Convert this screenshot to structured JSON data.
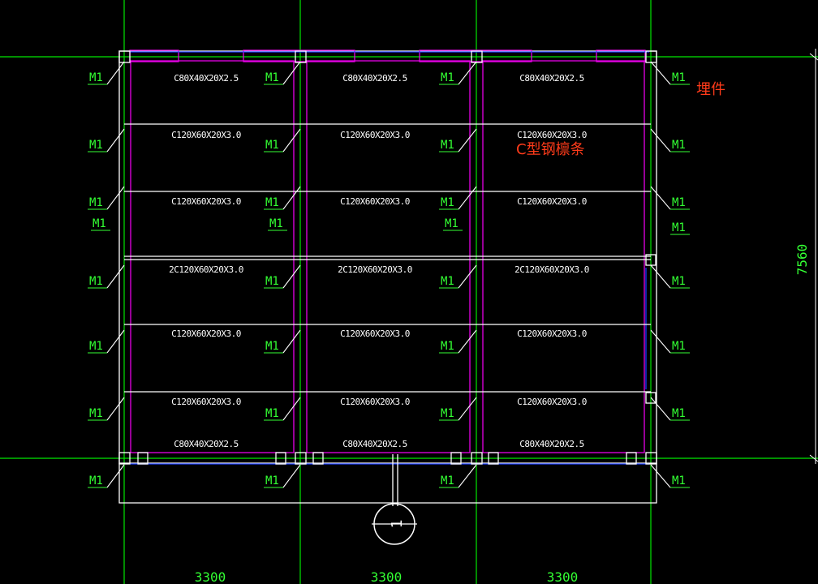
{
  "drawing": {
    "background": "#000000",
    "colors": {
      "grid": "#00e600",
      "tag": "#33ff33",
      "frame": "#ffffff",
      "magenta": "#e600e6",
      "blue": "#1a3cff",
      "annotation": "#ff3b1a"
    },
    "tag_label": "M1",
    "purlin_labels": {
      "end": "C80X40X20X2.5",
      "regular": "C120X60X20X3.0",
      "double": "2C120X60X20X3.0"
    },
    "rows": [
      "end",
      "regular",
      "regular",
      "double",
      "regular",
      "regular",
      "end"
    ],
    "annotations": {
      "embedded_part": "埋件",
      "c_purlin": "C型钢檩条"
    },
    "dimensions": {
      "bay_1": "3300",
      "bay_2": "3300",
      "bay_3": "3300",
      "overall_height": "7560"
    },
    "section_mark": "1"
  }
}
